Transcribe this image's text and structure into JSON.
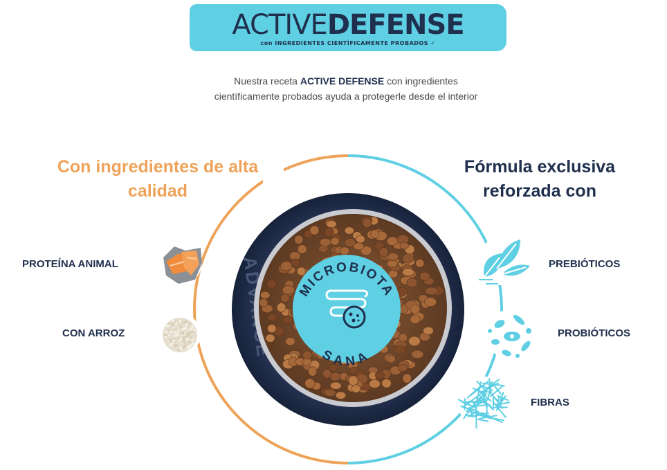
{
  "banner": {
    "title_light": "ACTIVE",
    "title_bold": "DEFENSE",
    "subtitle": "con INGREDIENTES CIENTÍFICAMENTE PROBADOS ✓"
  },
  "intro": {
    "part1": "Nuestra receta ",
    "bold": "ACTIVE DEFENSE",
    "part2": " con ingredientes",
    "line2": "científicamente probados ayuda a protegerle desde el interior"
  },
  "left": {
    "heading_line1": "Con ingredientes de alta",
    "heading_line2": "calidad",
    "items": [
      {
        "label": "PROTEÍNA ANIMAL",
        "icon": "salmon-icon"
      },
      {
        "label": "CON ARROZ",
        "icon": "rice-icon"
      }
    ]
  },
  "right": {
    "heading_line1": "Fórmula exclusiva",
    "heading_line2": "reforzada con",
    "items": [
      {
        "label": "PREBIÓTICOS",
        "icon": "leaves-icon"
      },
      {
        "label": "PROBIÓTICOS",
        "icon": "bacteria-icon"
      },
      {
        "label": "FIBRAS",
        "icon": "fibers-icon"
      }
    ]
  },
  "center": {
    "top_text": "MICROBIOTA",
    "bottom_text": "SANA",
    "bowl_brand": "ADVANCE"
  },
  "colors": {
    "orange": "#eea35a",
    "blue": "#5fcfe3",
    "navy": "#1f2f4d"
  }
}
